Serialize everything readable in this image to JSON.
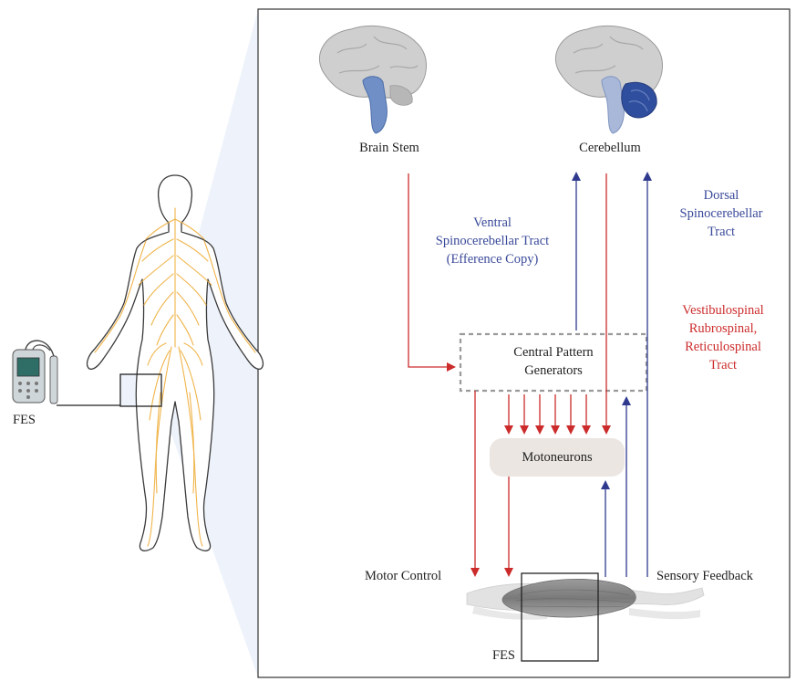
{
  "labels": {
    "brain_stem": "Brain Stem",
    "cerebellum": "Cerebellum",
    "ventral_tract": [
      "Ventral",
      "Spinocerebellar Tract",
      "(Efference Copy)"
    ],
    "dorsal_tract": [
      "Dorsal",
      "Spinocerebellar",
      "Tract"
    ],
    "descending_tracts": [
      "Vestibulospinal",
      "Rubrospinal,",
      "Reticulospinal",
      "Tract"
    ],
    "cpg": [
      "Central Pattern",
      "Generators"
    ],
    "motoneurons": "Motoneurons",
    "motor_control": "Motor Control",
    "sensory_feedback": "Sensory Feedback",
    "fes_device": "FES",
    "fes_muscle": "FES"
  },
  "colors": {
    "descending": "#cc2b2b",
    "ascending": "#2f3a8f",
    "tract_blue_text": "#3a4a9a",
    "tract_red_text": "#cc2b2b",
    "nerve": "#f0b44a",
    "panel_border": "#333333",
    "cpg_border": "#9a9a9a",
    "motoneuron_fill": "#ebe6e2",
    "projection_fill": "#eef3fb"
  },
  "icons": {
    "brain_stem": "brain-sagittal-brainstem-highlight-icon",
    "cerebellum": "brain-sagittal-cerebellum-highlight-icon",
    "body": "human-body-nervous-system-icon",
    "device": "fes-stimulator-device-icon",
    "muscle": "muscle-icon"
  }
}
